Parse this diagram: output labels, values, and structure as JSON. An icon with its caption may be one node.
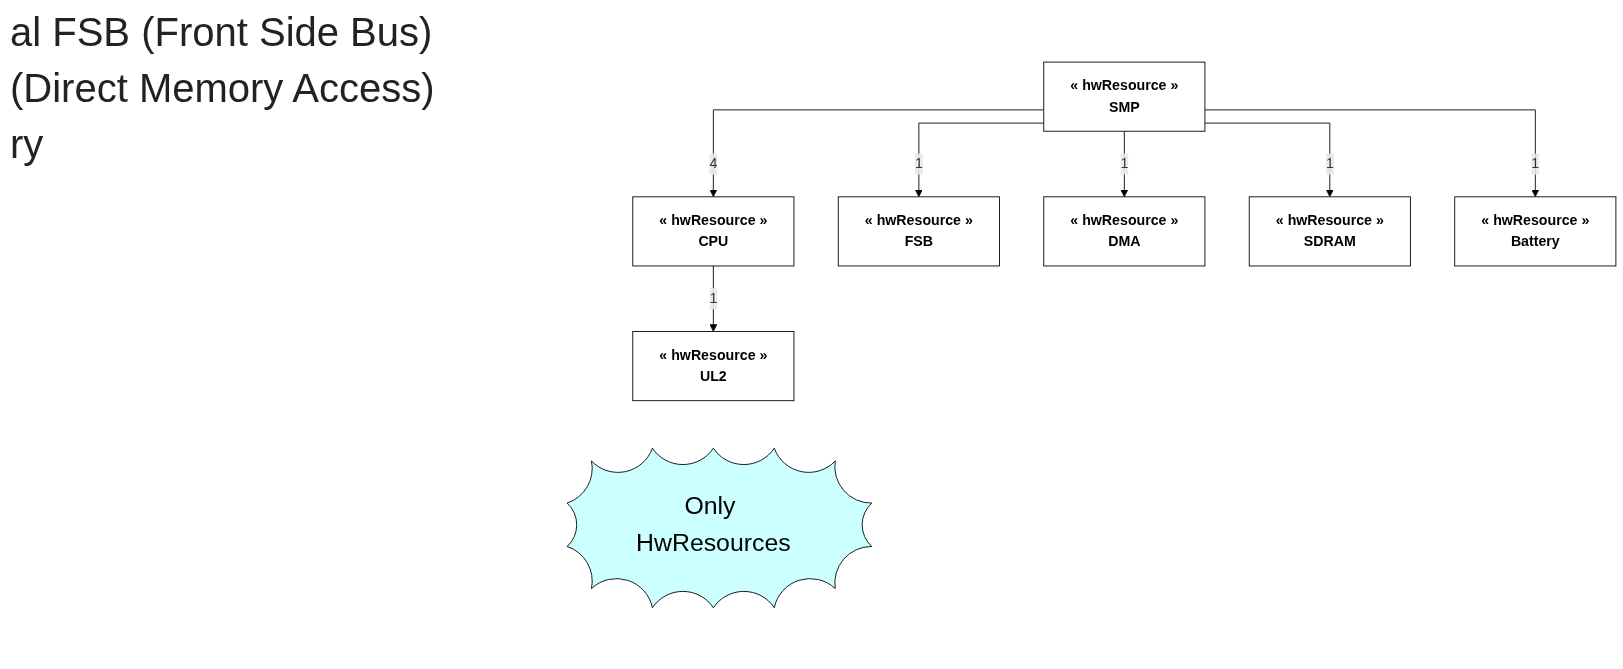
{
  "diagram": {
    "nodes": [
      {
        "text": [
          "« hwResource »",
          "SMP"
        ]
      },
      {
        "text": [
          "« hwResource »",
          "CPU"
        ]
      },
      {
        "text": [
          "« hwResource »",
          "FSB"
        ]
      },
      {
        "text": [
          "« hwResource »",
          "DMA"
        ]
      },
      {
        "text": [
          "« hwResource »",
          "SDRAM"
        ]
      },
      {
        "text": [
          "« hwResource »",
          "Battery"
        ]
      },
      {
        "text": [
          "« hwResource »",
          "UL2"
        ]
      },
      {
        "text": [
          "Only HwResources"
        ]
      }
    ],
    "edges": [
      {
        "from": 0,
        "to": 1,
        "arrow": "to",
        "label": "4"
      },
      {
        "from": 0,
        "to": 2,
        "arrow": "to",
        "label": "1"
      },
      {
        "from": 0,
        "to": 3,
        "arrow": "to",
        "label": "1"
      },
      {
        "from": 0,
        "to": 4,
        "arrow": "to",
        "label": "1"
      },
      {
        "from": 0,
        "to": 5,
        "arrow": "to",
        "label": "1"
      },
      {
        "from": 1,
        "to": 6,
        "arrow": "to",
        "label": "1"
      }
    ],
    "labels": [
      "al FSB (Front Side Bus)",
      "(Direct Memory Access)",
      "ry"
    ]
  }
}
